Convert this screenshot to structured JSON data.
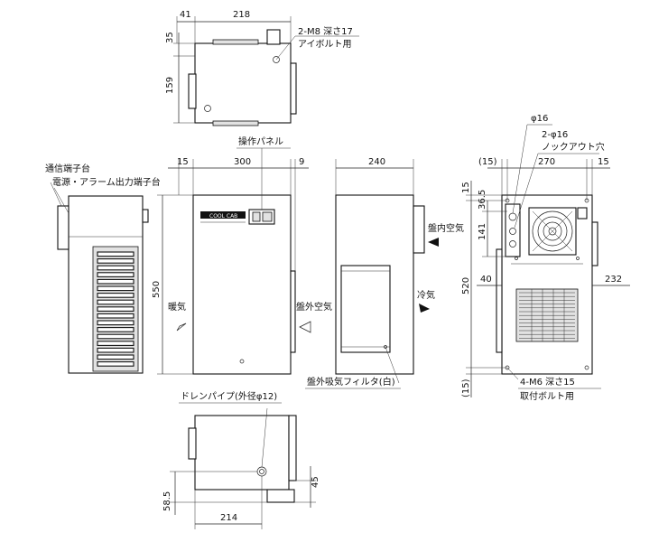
{
  "top_view": {
    "dims": {
      "left_offset": "41",
      "width": "218",
      "height_upper": "35",
      "height_lower": "159"
    },
    "callout": {
      "line1": "2-M8 深さ17",
      "line2": "アイボルト用"
    }
  },
  "left_side_view": {
    "labels": {
      "comm_terminal": "通信端子台",
      "power_terminal": "電源・アラーム出力端子台"
    }
  },
  "front_view": {
    "labels": {
      "operation_panel": "操作パネル",
      "warm_air": "暖気",
      "outside_air": "盤外空気"
    },
    "dims": {
      "left_margin": "15",
      "width": "300",
      "right_margin": "9",
      "height": "550"
    },
    "brand": "COOL CAB"
  },
  "right_side_view": {
    "labels": {
      "inside_air": "盤内空気",
      "cool_air": "冷気",
      "filter": "盤外吸気フィルタ(白)"
    },
    "dims": {
      "depth": "240"
    }
  },
  "rear_view": {
    "labels": {
      "hole_small": "φ16",
      "hole_knockout_1": "2-φ16",
      "hole_knockout_2": "ノックアウト穴",
      "mount_1": "4-M6 深さ15",
      "mount_2": "取付ボルト用"
    },
    "dims": {
      "top_left": "(15)",
      "width": "270",
      "top_right": "15",
      "v_top": "15",
      "v_36_5": "36.5",
      "v_141": "141",
      "v_520": "520",
      "v_bottom": "(15)",
      "h_40": "40",
      "h_232": "232"
    }
  },
  "bottom_view": {
    "labels": {
      "drain_pipe": "ドレンパイプ(外径φ12)"
    },
    "dims": {
      "width": "214",
      "height_58_5": "58.5",
      "height_45": "45"
    }
  },
  "colors": {
    "line": "#111111",
    "fill": "#ffffff",
    "shade": "#e2e2e2"
  }
}
